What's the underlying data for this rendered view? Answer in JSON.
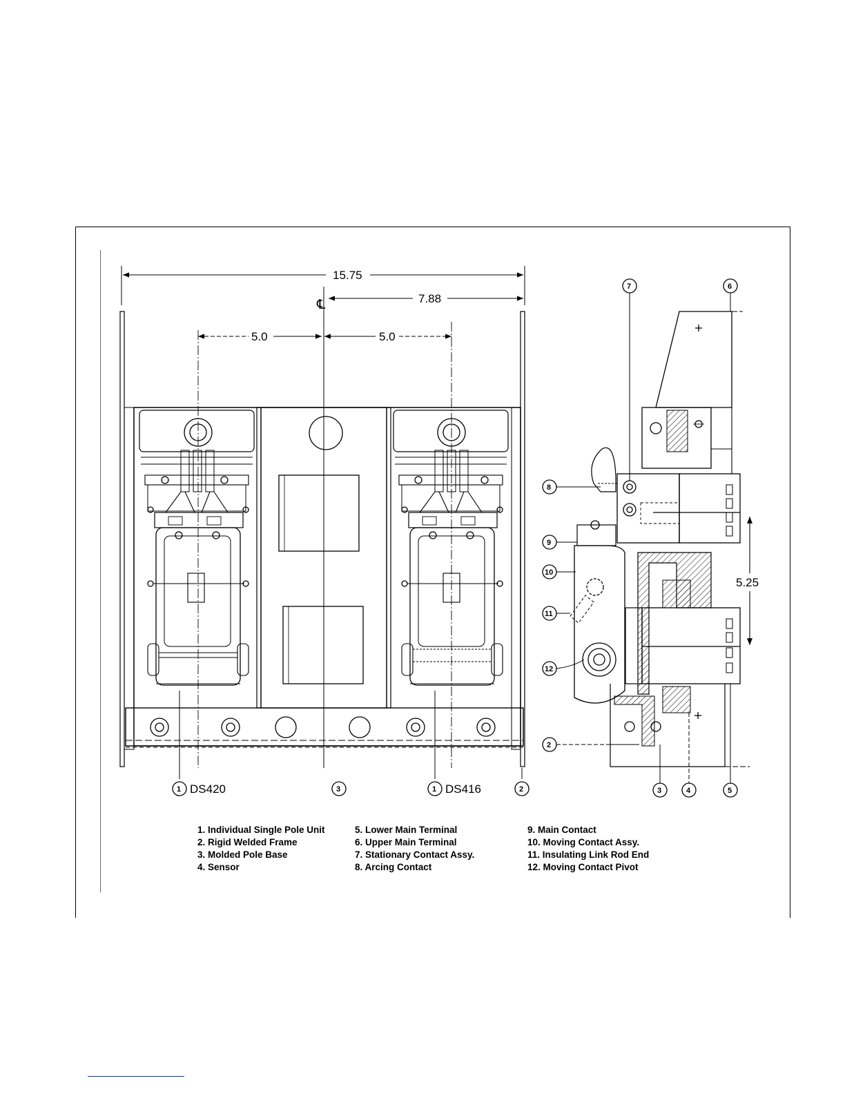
{
  "dimensions": {
    "overall_width": "15.75",
    "half_width": "7.88",
    "centerline_mark": "℄",
    "pole_spacing_left": "5.0",
    "pole_spacing_right": "5.0",
    "terminal_spacing": "5.25"
  },
  "front_view_callouts": {
    "pole_unit_left": {
      "number": "1",
      "model": "DS420"
    },
    "pole_base": {
      "number": "3"
    },
    "pole_unit_right": {
      "number": "1",
      "model": "DS416"
    },
    "frame": {
      "number": "2"
    }
  },
  "side_view_callouts": [
    "7",
    "6",
    "8",
    "9",
    "10",
    "11",
    "12",
    "2",
    "3",
    "4",
    "5"
  ],
  "legend": {
    "col1": [
      "1. Individual Single Pole Unit",
      "2. Rigid Welded Frame",
      "3. Molded Pole Base",
      "4. Sensor"
    ],
    "col2": [
      "5. Lower Main Terminal",
      "6. Upper Main Terminal",
      "7. Stationary Contact Assy.",
      "8. Arcing Contact"
    ],
    "col3": [
      "9. Main Contact",
      "10. Moving Contact Assy.",
      "11. Insulating Link Rod End",
      "12. Moving Contact Pivot"
    ]
  },
  "colors": {
    "ink": "#000000",
    "background": "#ffffff",
    "footnote_rule": "#1a3a8a"
  }
}
